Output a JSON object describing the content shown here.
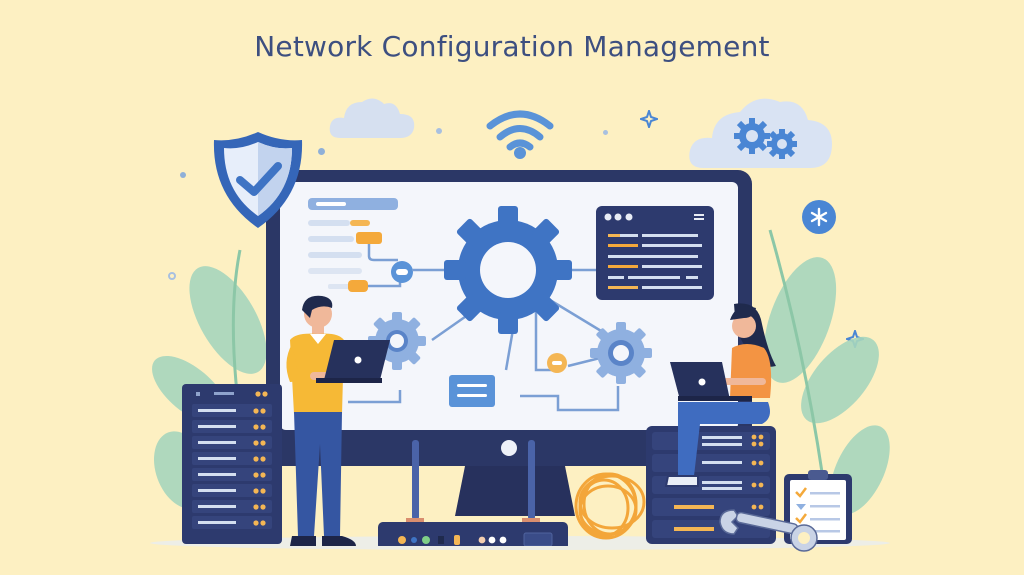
{
  "title": "Network Configuration Management",
  "colors": {
    "background": "#fdf0c2",
    "title": "#3d4f80",
    "navy": "#2b3766",
    "primary_blue": "#3f74c4",
    "light_blue": "#8fb0e0",
    "accent_orange": "#f4a93b",
    "leaf_green": "#9fd0b4",
    "screen_white": "#f4f6fb"
  },
  "scene": {
    "monitor": {
      "icon": "monitor-icon",
      "content": "configuration-dashboard"
    },
    "central_gear": {
      "icon": "gear-icon"
    },
    "small_gears": [
      {
        "icon": "gear-icon"
      },
      {
        "icon": "gear-icon"
      }
    ],
    "code_panel": {
      "icon": "code-window-icon",
      "window_dots": 3,
      "lines": 6
    },
    "settings_list": {
      "icon": "settings-list-icon",
      "rows": 6
    },
    "shield": {
      "icon": "shield-check-icon"
    },
    "wifi": {
      "icon": "wifi-icon"
    },
    "cloud_gears": {
      "icon": "cloud-gears-icon"
    },
    "cloud_plain": {
      "icon": "cloud-icon"
    },
    "badge_gear": {
      "icon": "gear-badge-icon"
    },
    "server_rack_left": {
      "icon": "server-rack-icon",
      "units": 8
    },
    "server_stack_right": {
      "icon": "server-stack-icon",
      "units": 5
    },
    "router": {
      "icon": "router-icon",
      "antennas": 2
    },
    "cable": {
      "icon": "cable-coil-icon"
    },
    "wrench": {
      "icon": "wrench-icon"
    },
    "clipboard": {
      "icon": "checklist-icon",
      "items": 4
    },
    "person_man": {
      "icon": "person-with-laptop-icon",
      "shirt_color": "#f6b936"
    },
    "person_woman": {
      "icon": "person-with-laptop-icon",
      "shirt_color": "#f39443"
    }
  }
}
